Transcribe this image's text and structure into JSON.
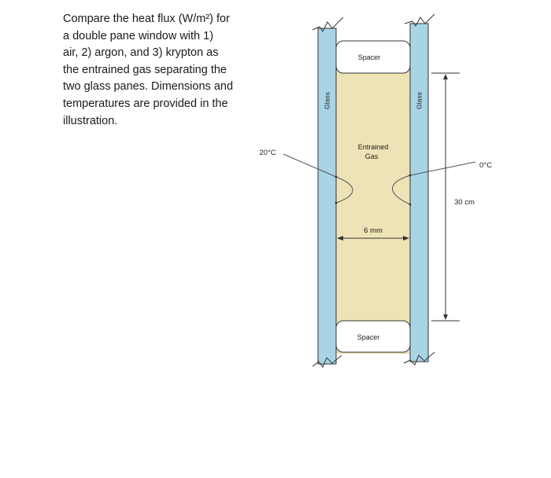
{
  "problem": {
    "lines": [
      "Compare the heat flux (W/m²) for",
      "a double pane window with 1)",
      "air, 2) argon, and 3) krypton as",
      "the entrained gas separating the",
      "two glass panes. Dimensions and",
      "temperatures are provided in the",
      "illustration."
    ]
  },
  "diagram": {
    "spacer_top": "Spacer",
    "spacer_bottom": "Spacer",
    "glass_left": "Glass",
    "glass_right": "Glass",
    "gas_line1": "Entrained",
    "gas_line2": "Gas",
    "temp_left": "20°C",
    "temp_right": "0°C",
    "gap_width": "6 mm",
    "height": "30 cm"
  },
  "colors": {
    "glass": "#a9d4e6",
    "gas": "#ede3b6",
    "outline": "#333333"
  }
}
